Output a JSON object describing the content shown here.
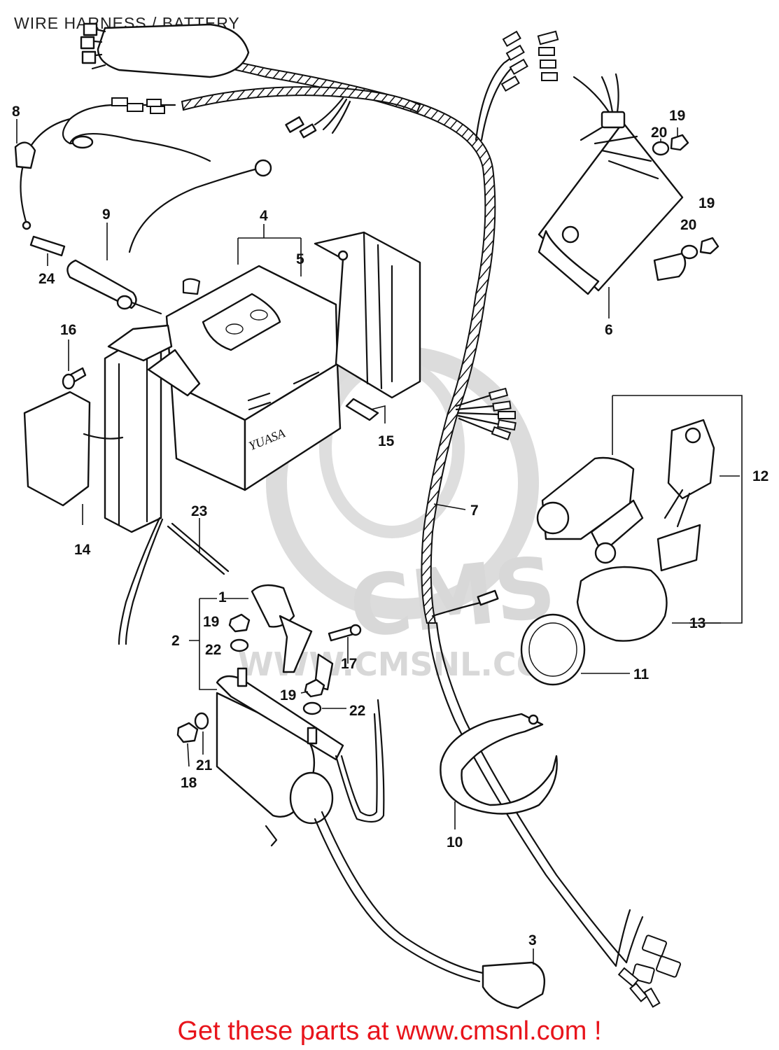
{
  "title": "WIRE HARNESS / BATTERY",
  "footer": "Get these parts at www.cmsnl.com !",
  "watermark": {
    "logo_text": "CMS",
    "url_text": "WWW.CMSNL.COM"
  },
  "battery_brand": "YUASA",
  "callouts": {
    "c1": "1",
    "c2": "2",
    "c3": "3",
    "c4": "4",
    "c5": "5",
    "c6": "6",
    "c7": "7",
    "c8": "8",
    "c9": "9",
    "c10": "10",
    "c11": "11",
    "c12": "12",
    "c13": "13",
    "c14": "14",
    "c15": "15",
    "c16": "16",
    "c17": "17",
    "c18": "18",
    "c19a": "19",
    "c19b": "19",
    "c19c": "19",
    "c19d": "19",
    "c20a": "20",
    "c20b": "20",
    "c21": "21",
    "c22a": "22",
    "c22b": "22",
    "c23": "23",
    "c24": "24"
  },
  "colors": {
    "footer_text": "#e8141b",
    "line_art": "#111111",
    "watermark": "#d8d8d8"
  }
}
